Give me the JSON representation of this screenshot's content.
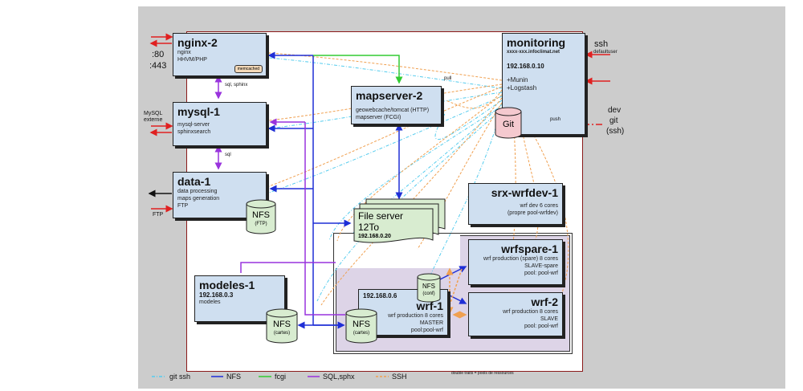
{
  "nodes": {
    "nginx2": {
      "title": "nginx-2",
      "lines": [
        "nginx",
        "HHVM/PHP"
      ],
      "badge": "memcached"
    },
    "mysql1": {
      "title": "mysql-1",
      "lines": [
        "mysql-server",
        "sphinxsearch"
      ]
    },
    "data1": {
      "title": "data-1",
      "lines": [
        "data processing",
        "maps generation",
        "FTP"
      ]
    },
    "mapserver2": {
      "title": "mapserver-2",
      "lines": [
        "geowebcache/tomcat (HTTP)",
        "mapserver (FCGI)"
      ]
    },
    "monitoring": {
      "title": "monitoring",
      "host": "xxxx-xxx.infoclimat.net",
      "ip": "192.168.0.10",
      "lines": [
        "+Munin",
        "+Logstash"
      ]
    },
    "fileserver": {
      "title": "File server",
      "size": "12To",
      "ip": "192.168.0.20"
    },
    "srxwrfdev1": {
      "title": "srx-wrfdev-1",
      "lines": [
        "wrf dev 6 cores",
        "(propre pool-wrfdev)"
      ]
    },
    "wrfspare1": {
      "title": "wrfspare-1",
      "lines": [
        "wrf production (spare) 8 cores",
        "SLAVE-spare",
        "pool: pool-wrf"
      ]
    },
    "wrf2": {
      "title": "wrf-2",
      "lines": [
        "wrf production 8 cores",
        "SLAVE",
        "pool: pool-wrf"
      ]
    },
    "wrf1": {
      "title": "wrf-1",
      "ip": "192.168.0.6",
      "lines": [
        "wrf production 8 cores",
        "MASTER",
        "pool:pool-wrf"
      ]
    },
    "modeles1": {
      "title": "modeles-1",
      "ip": "192.168.0.3",
      "lines": [
        "modeles"
      ]
    }
  },
  "cylinders": {
    "git": {
      "label": "Git"
    },
    "nfs_ftp": {
      "label": "NFS",
      "sub": "(FTP)"
    },
    "nfs_conf": {
      "label": "NFS",
      "sub": "(conf)"
    },
    "nfs_cartes_modeles": {
      "label": "NFS",
      "sub": "(cartes)"
    },
    "nfs_cartes_wrf": {
      "label": "NFS",
      "sub": "(cartes)"
    }
  },
  "labels": {
    "port80": ":80",
    "port443": ":443",
    "mysql_ext": "MySQL",
    "mysql_ext2": "externe",
    "ftp": "FTP",
    "ssh": "ssh",
    "defaultuser": "defaultuser",
    "dev": "dev",
    "git": "git",
    "ssh2": "(ssh)",
    "sql_sphinx": "sql, sphinx",
    "sql": "sql",
    "pull": "pull",
    "push": "push",
    "pools_note": "double traits = pools de ressources"
  },
  "legend": [
    {
      "name": "git ssh",
      "color": "#55ccee",
      "style": "dashdot"
    },
    {
      "name": "NFS",
      "color": "#1f2fd6",
      "style": "solid"
    },
    {
      "name": "fcgi",
      "color": "#33cc33",
      "style": "solid"
    },
    {
      "name": "SQL,sphx",
      "color": "#9933dd",
      "style": "solid"
    },
    {
      "name": "SSH",
      "color": "#f0a050",
      "style": "dashed"
    }
  ],
  "colors": {
    "nfs": "#1f2fd6",
    "fcgi": "#33cc33",
    "sql": "#9933dd",
    "gitssh": "#55ccee",
    "ssh": "#f0a050",
    "external": "#e02020",
    "node_fill": "#cfdff0",
    "cyl_fill": "#d8ecd0",
    "git_fill": "#f4c9cf",
    "pool_fill": "#ddd4e7"
  }
}
